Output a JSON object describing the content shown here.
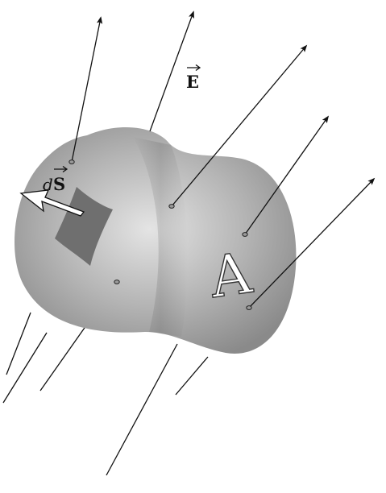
{
  "labels": {
    "field": "E",
    "area_element_prefix": "d",
    "area_element": "S",
    "surface": "A"
  },
  "colors": {
    "line": "#111111",
    "surface_light": "#d6d6d6",
    "surface_dark": "#8c8c8c",
    "patch": "#6f6f6f",
    "arrow_fill": "#ffffff"
  }
}
